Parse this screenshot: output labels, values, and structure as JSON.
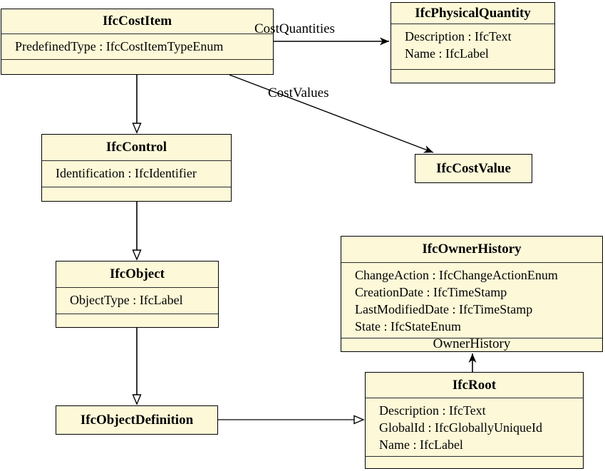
{
  "diagram": {
    "kind": "uml-class-diagram",
    "colors": {
      "class_fill": "#FDF9D8",
      "class_border": "#000000",
      "text": "#000000",
      "background": "#FFFFFF"
    }
  },
  "classes": [
    {
      "name": "IfcCostItem",
      "attributes": [
        "PredefinedType : IfcCostItemTypeEnum"
      ]
    },
    {
      "name": "IfcPhysicalQuantity",
      "attributes": [
        "Description : IfcText",
        "Name : IfcLabel"
      ]
    },
    {
      "name": "IfcControl",
      "attributes": [
        "Identification : IfcIdentifier"
      ]
    },
    {
      "name": "IfcCostValue",
      "attributes": []
    },
    {
      "name": "IfcOwnerHistory",
      "attributes": [
        "ChangeAction : IfcChangeActionEnum",
        "CreationDate : IfcTimeStamp",
        "LastModifiedDate : IfcTimeStamp",
        "State : IfcStateEnum"
      ]
    },
    {
      "name": "IfcObject",
      "attributes": [
        "ObjectType : IfcLabel"
      ]
    },
    {
      "name": "IfcObjectDefinition",
      "attributes": []
    },
    {
      "name": "IfcRoot",
      "attributes": [
        "Description : IfcText",
        "GlobalId : IfcGloballyUniqueId",
        "Name : IfcLabel"
      ]
    }
  ],
  "relationships": [
    {
      "from": "IfcCostItem",
      "to": "IfcPhysicalQuantity",
      "kind": "association",
      "label": "CostQuantities"
    },
    {
      "from": "IfcCostItem",
      "to": "IfcCostValue",
      "kind": "association",
      "label": "CostValues"
    },
    {
      "from": "IfcCostItem",
      "to": "IfcControl",
      "kind": "generalization",
      "label": ""
    },
    {
      "from": "IfcControl",
      "to": "IfcObject",
      "kind": "generalization",
      "label": ""
    },
    {
      "from": "IfcObject",
      "to": "IfcObjectDefinition",
      "kind": "generalization",
      "label": ""
    },
    {
      "from": "IfcObjectDefinition",
      "to": "IfcRoot",
      "kind": "generalization",
      "label": ""
    },
    {
      "from": "IfcRoot",
      "to": "IfcOwnerHistory",
      "kind": "association",
      "label": "OwnerHistory"
    }
  ]
}
